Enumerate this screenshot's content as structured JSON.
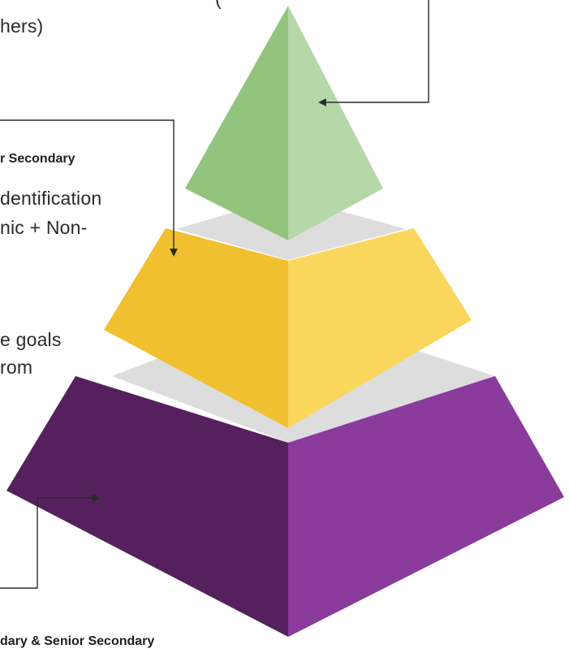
{
  "diagram": {
    "top_tier": {
      "fragment_paren": "(",
      "fragment_line": "hers)"
    },
    "middle_tier": {
      "heading": "r Secondary",
      "line_1": "dentification",
      "line_2": "nic + Non-",
      "line_3": "e goals",
      "line_4": "rom"
    },
    "bottom_tier": {
      "heading": "dary & Senior Secondary"
    }
  },
  "colors": {
    "top_light": "#B6D7A8",
    "top_dark": "#93C47D",
    "middle_light": "#FBD65D",
    "middle_dark": "#F0C030",
    "bottom_light": "#8A3B9C",
    "bottom_dark": "#56205F",
    "gap_grey": "#DDDDDD",
    "connector": "#2a2a2a"
  }
}
